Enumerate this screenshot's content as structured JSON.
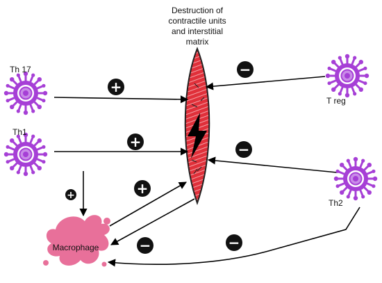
{
  "title_lines": [
    "Destruction of",
    "contractile units",
    "and interstitial",
    "matrix"
  ],
  "cells": {
    "th17": "Th 17",
    "th1": "Th1",
    "treg": "T reg",
    "th2": "Th2",
    "macrophage": "Macrophage"
  },
  "signs": {
    "plus": "+",
    "minus": "−"
  },
  "colors": {
    "tcell": "#a63fd6",
    "tcell_core": "#c98be8",
    "muscle": "#e0303a",
    "muscle_light": "#f4a3a8",
    "macrophage": "#e8709a",
    "sign_bg": "#111111",
    "arrow": "#000000"
  },
  "icons": {
    "tcell": "virus-like-cell-icon",
    "muscle": "spindle-muscle-fiber-icon",
    "damage": "lightning-bolt-icon",
    "macrophage": "splash-cell-icon"
  }
}
